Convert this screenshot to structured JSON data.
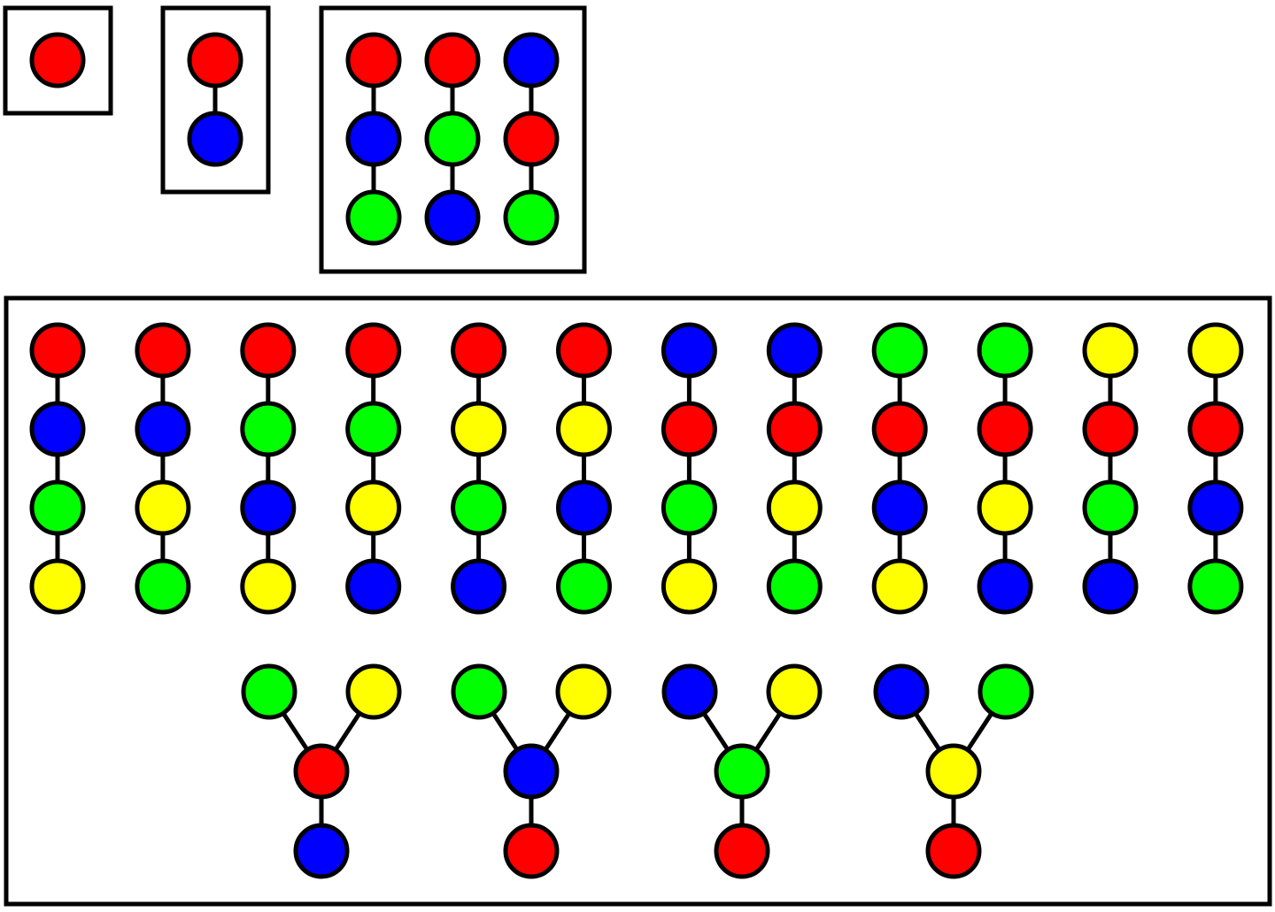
{
  "colors": {
    "red": "#ff0000",
    "blue": "#0000ff",
    "green": "#00ff00",
    "yellow": "#ffff00",
    "stroke": "#000000",
    "background": "#ffffff"
  },
  "groups": [
    {
      "name": "group-1-node",
      "chains": [
        [
          "red"
        ]
      ]
    },
    {
      "name": "group-2-node",
      "chains": [
        [
          "red",
          "blue"
        ]
      ]
    },
    {
      "name": "group-3-node",
      "chains": [
        [
          "red",
          "blue",
          "green"
        ],
        [
          "red",
          "green",
          "blue"
        ],
        [
          "blue",
          "red",
          "green"
        ]
      ]
    },
    {
      "name": "group-4-node",
      "chains": [
        [
          "red",
          "blue",
          "green",
          "yellow"
        ],
        [
          "red",
          "blue",
          "yellow",
          "green"
        ],
        [
          "red",
          "green",
          "blue",
          "yellow"
        ],
        [
          "red",
          "green",
          "yellow",
          "blue"
        ],
        [
          "red",
          "yellow",
          "green",
          "blue"
        ],
        [
          "red",
          "yellow",
          "blue",
          "green"
        ],
        [
          "blue",
          "red",
          "green",
          "yellow"
        ],
        [
          "blue",
          "red",
          "yellow",
          "green"
        ],
        [
          "green",
          "red",
          "blue",
          "yellow"
        ],
        [
          "green",
          "red",
          "yellow",
          "blue"
        ],
        [
          "yellow",
          "red",
          "green",
          "blue"
        ],
        [
          "yellow",
          "red",
          "blue",
          "green"
        ]
      ],
      "branched": [
        {
          "left": "green",
          "right": "yellow",
          "center": "red",
          "bottom": "blue"
        },
        {
          "left": "green",
          "right": "yellow",
          "center": "blue",
          "bottom": "red"
        },
        {
          "left": "blue",
          "right": "yellow",
          "center": "green",
          "bottom": "red"
        },
        {
          "left": "blue",
          "right": "green",
          "center": "yellow",
          "bottom": "red"
        }
      ]
    }
  ]
}
